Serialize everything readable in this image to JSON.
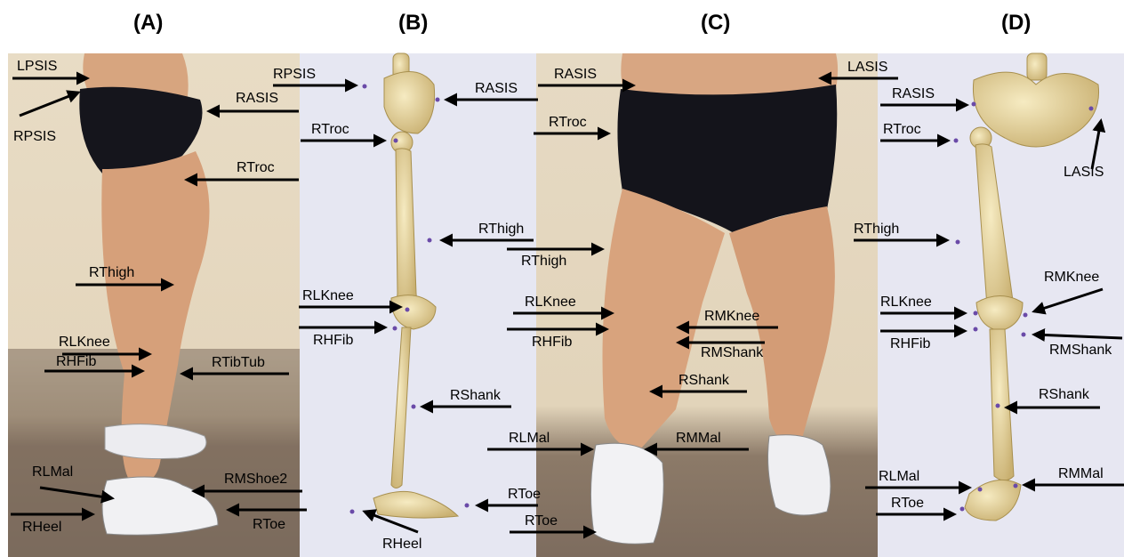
{
  "panel_titles": {
    "a": "(A)",
    "b": "(B)",
    "c": "(C)",
    "d": "(D)"
  },
  "panel_a": {
    "labels": [
      "LPSIS",
      "RPSIS",
      "RASIS",
      "RTroc",
      "RThigh",
      "RLKnee",
      "RHFib",
      "RTibTub",
      "RLMal",
      "RHeel",
      "RMShoe2",
      "RToe"
    ]
  },
  "panel_b": {
    "labels": [
      "RPSIS",
      "RASIS",
      "RTroc",
      "RThigh",
      "RLKnee",
      "RHFib",
      "RShank",
      "RToe",
      "RHeel"
    ]
  },
  "panel_c": {
    "labels": [
      "RASIS",
      "LASIS",
      "RTroc",
      "RThigh",
      "RLKnee",
      "RHFib",
      "RMKnee",
      "RMShank",
      "RShank",
      "RLMal",
      "RMMal",
      "RToe"
    ]
  },
  "panel_d": {
    "labels": [
      "RASIS",
      "RTroc",
      "LASIS",
      "RThigh",
      "RLKnee",
      "RHFib",
      "RMKnee",
      "RMShank",
      "RShank",
      "RLMal",
      "RMMal",
      "RToe"
    ]
  },
  "colors": {
    "arrow": "#000000",
    "marker": "#6a4aa8",
    "bone": "#e6d49a",
    "skin": "#d9a77e",
    "shorts": "#15151c"
  }
}
